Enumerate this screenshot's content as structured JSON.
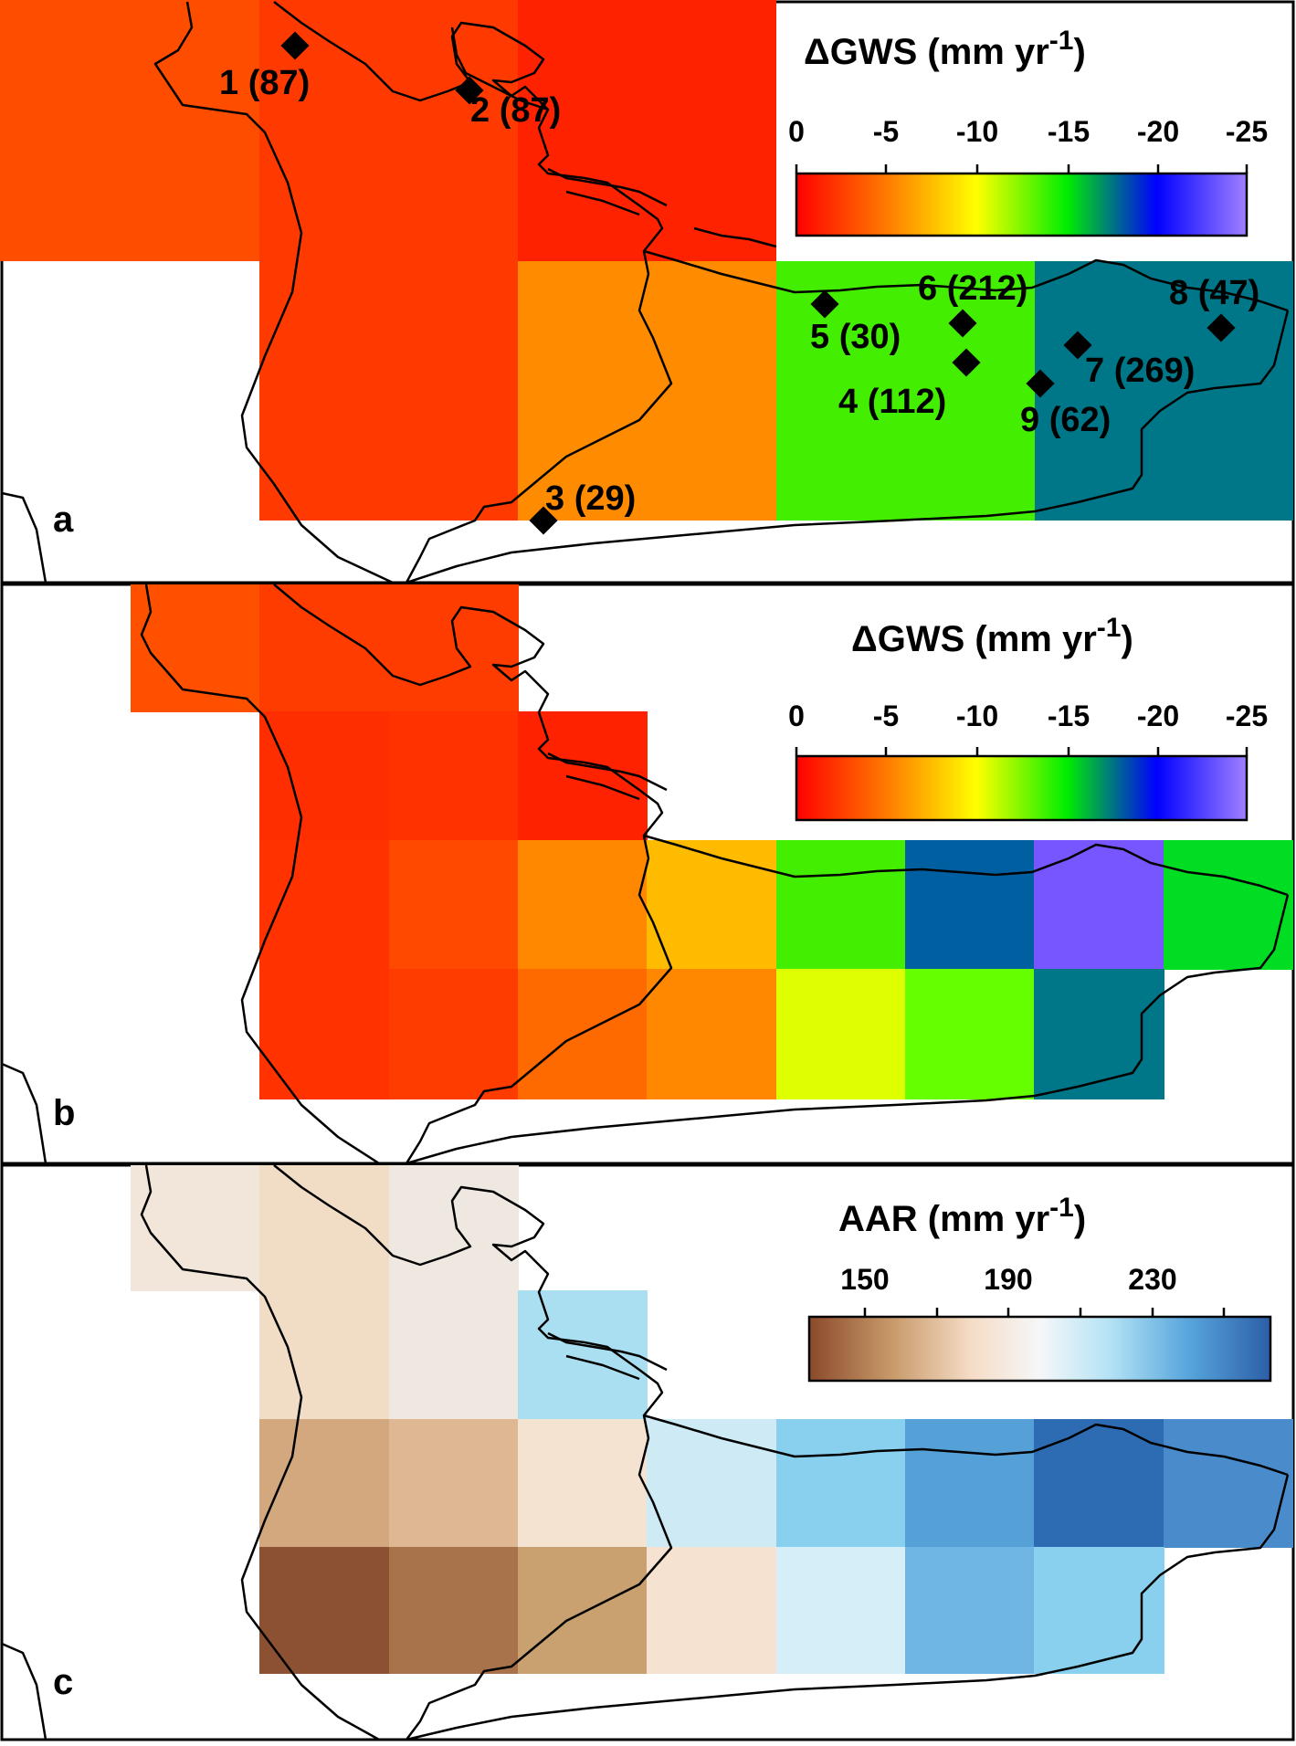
{
  "panels": [
    {
      "letter": "a",
      "legend_title": "ΔGWS (mm yr",
      "legend_sup": "-1",
      "legend_close": ")",
      "ticks": [
        "0",
        "-5",
        "-10",
        "-15",
        "-20",
        "-25"
      ],
      "colormap": "red-yellow-green-blue-violet",
      "cells": [
        {
          "color": "#ff4d00"
        },
        {
          "color": "#ff3a00"
        },
        {
          "color": "#ff2200"
        },
        {
          "color": "#ff3a00"
        },
        {
          "color": "#ff8c00"
        },
        {
          "color": "#44ee00"
        },
        {
          "color": "#007788"
        }
      ],
      "stations": [
        {
          "label": "1 (87)"
        },
        {
          "label": "2 (87)"
        },
        {
          "label": "3 (29)"
        },
        {
          "label": "4 (112)"
        },
        {
          "label": "5 (30)"
        },
        {
          "label": "6 (212)"
        },
        {
          "label": "7 (269)"
        },
        {
          "label": "8 (47)"
        },
        {
          "label": "9 (62)"
        }
      ]
    },
    {
      "letter": "b",
      "legend_title": "ΔGWS (mm yr",
      "legend_sup": "-1",
      "legend_close": ")",
      "ticks": [
        "0",
        "-5",
        "-10",
        "-15",
        "-20",
        "-25"
      ],
      "colormap": "red-yellow-green-blue-violet",
      "cells": [
        {
          "color": "#ff5000"
        },
        {
          "color": "#ff3c00"
        },
        {
          "color": "#ff3c00"
        },
        {
          "color": "#ff2e00"
        },
        {
          "color": "#ff3200"
        },
        {
          "color": "#ff2200"
        },
        {
          "color": "#ff3200"
        },
        {
          "color": "#ff4800"
        },
        {
          "color": "#ff8800"
        },
        {
          "color": "#ffbb00"
        },
        {
          "color": "#44ee00"
        },
        {
          "color": "#005fa0"
        },
        {
          "color": "#7755ff"
        },
        {
          "color": "#00dd22"
        },
        {
          "color": "#ff3200"
        },
        {
          "color": "#ff3c00"
        },
        {
          "color": "#ff6a00"
        },
        {
          "color": "#ff8800"
        },
        {
          "color": "#ddff00"
        },
        {
          "color": "#66ff00"
        },
        {
          "color": "#007788"
        }
      ]
    },
    {
      "letter": "c",
      "legend_title": "AAR (mm yr",
      "legend_sup": "-1",
      "legend_close": ")",
      "ticks": [
        "150",
        "190",
        "230"
      ],
      "colormap": "brown-white-blue",
      "cells": [
        {
          "color": "#f2e6da"
        },
        {
          "color": "#f1dcc6"
        },
        {
          "color": "#efe8e0"
        },
        {
          "color": "#f1dcc6"
        },
        {
          "color": "#efe8e0"
        },
        {
          "color": "#a9dff0"
        },
        {
          "color": "#d3a87f"
        },
        {
          "color": "#dfb893"
        },
        {
          "color": "#f5e3d2"
        },
        {
          "color": "#cdeaf5"
        },
        {
          "color": "#88d0ee"
        },
        {
          "color": "#56a0d8"
        },
        {
          "color": "#2d6cb3"
        },
        {
          "color": "#4a8bcc"
        },
        {
          "color": "#8c5132"
        },
        {
          "color": "#a8734b"
        },
        {
          "color": "#c9a070"
        },
        {
          "color": "#f6e2d0"
        },
        {
          "color": "#d6eef8"
        },
        {
          "color": "#6fb6e4"
        },
        {
          "color": "#88d0ee"
        }
      ]
    }
  ]
}
